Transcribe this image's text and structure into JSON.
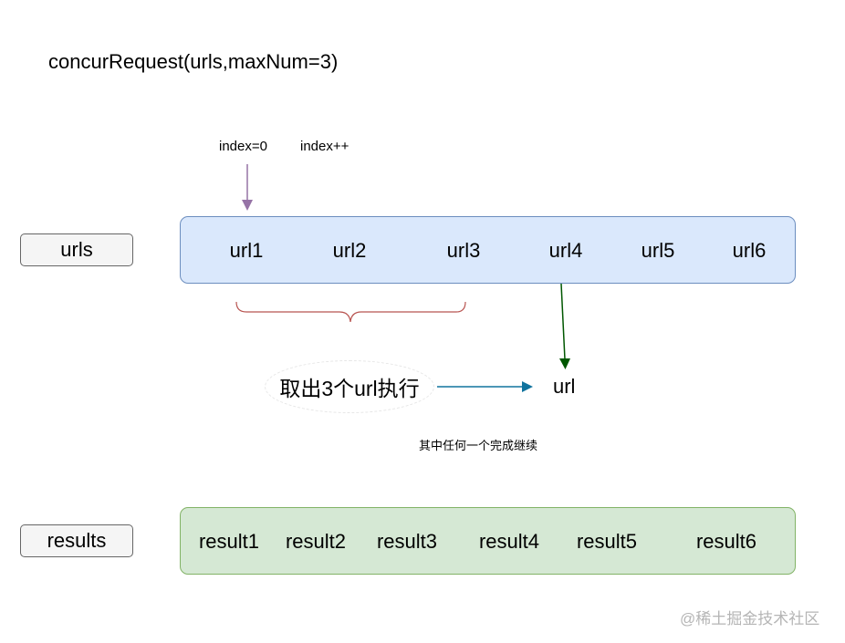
{
  "title": "concurRequest(urls,maxNum=3)",
  "pointer": {
    "index_start": "index=0",
    "index_inc": "index++"
  },
  "labels": {
    "urls": "urls",
    "results": "results"
  },
  "urls": [
    "url1",
    "url2",
    "url3",
    "url4",
    "url5",
    "url6"
  ],
  "results": [
    "result1",
    "result2",
    "result3",
    "result4",
    "result5",
    "result6"
  ],
  "action_label": "取出3个url执行",
  "target_label": "url",
  "note": "其中任何一个完成继续",
  "watermark": "@稀土掘金技术社区",
  "colors": {
    "urls_fill": "#dae8fc",
    "urls_stroke": "#6c8ebf",
    "results_fill": "#d5e8d4",
    "results_stroke": "#82b366",
    "pointer_arrow": "#9673a6",
    "brace": "#b85450",
    "flow_arrow": "#10739e",
    "down_arrow": "#005700"
  }
}
